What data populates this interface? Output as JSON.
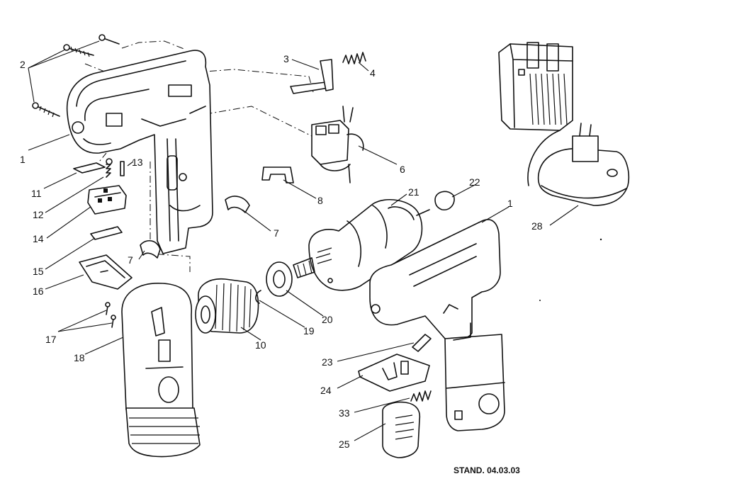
{
  "diagram": {
    "stamp": "STAND. 04.03.03",
    "callouts": [
      {
        "id": "c1a",
        "label": "1"
      },
      {
        "id": "c1b",
        "label": "1"
      },
      {
        "id": "c2",
        "label": "2"
      },
      {
        "id": "c3",
        "label": "3"
      },
      {
        "id": "c4",
        "label": "4"
      },
      {
        "id": "c6",
        "label": "6"
      },
      {
        "id": "c7a",
        "label": "7"
      },
      {
        "id": "c7b",
        "label": "7"
      },
      {
        "id": "c8",
        "label": "8"
      },
      {
        "id": "c10",
        "label": "10"
      },
      {
        "id": "c11",
        "label": "11"
      },
      {
        "id": "c12",
        "label": "12"
      },
      {
        "id": "c13",
        "label": "13"
      },
      {
        "id": "c14",
        "label": "14"
      },
      {
        "id": "c15",
        "label": "15"
      },
      {
        "id": "c16",
        "label": "16"
      },
      {
        "id": "c17",
        "label": "17"
      },
      {
        "id": "c18",
        "label": "18"
      },
      {
        "id": "c19",
        "label": "19"
      },
      {
        "id": "c20",
        "label": "20"
      },
      {
        "id": "c21",
        "label": "21"
      },
      {
        "id": "c22",
        "label": "22"
      },
      {
        "id": "c23",
        "label": "23"
      },
      {
        "id": "c24",
        "label": "24"
      },
      {
        "id": "c25",
        "label": "25"
      },
      {
        "id": "c28",
        "label": "28"
      },
      {
        "id": "c33",
        "label": "33"
      }
    ]
  }
}
